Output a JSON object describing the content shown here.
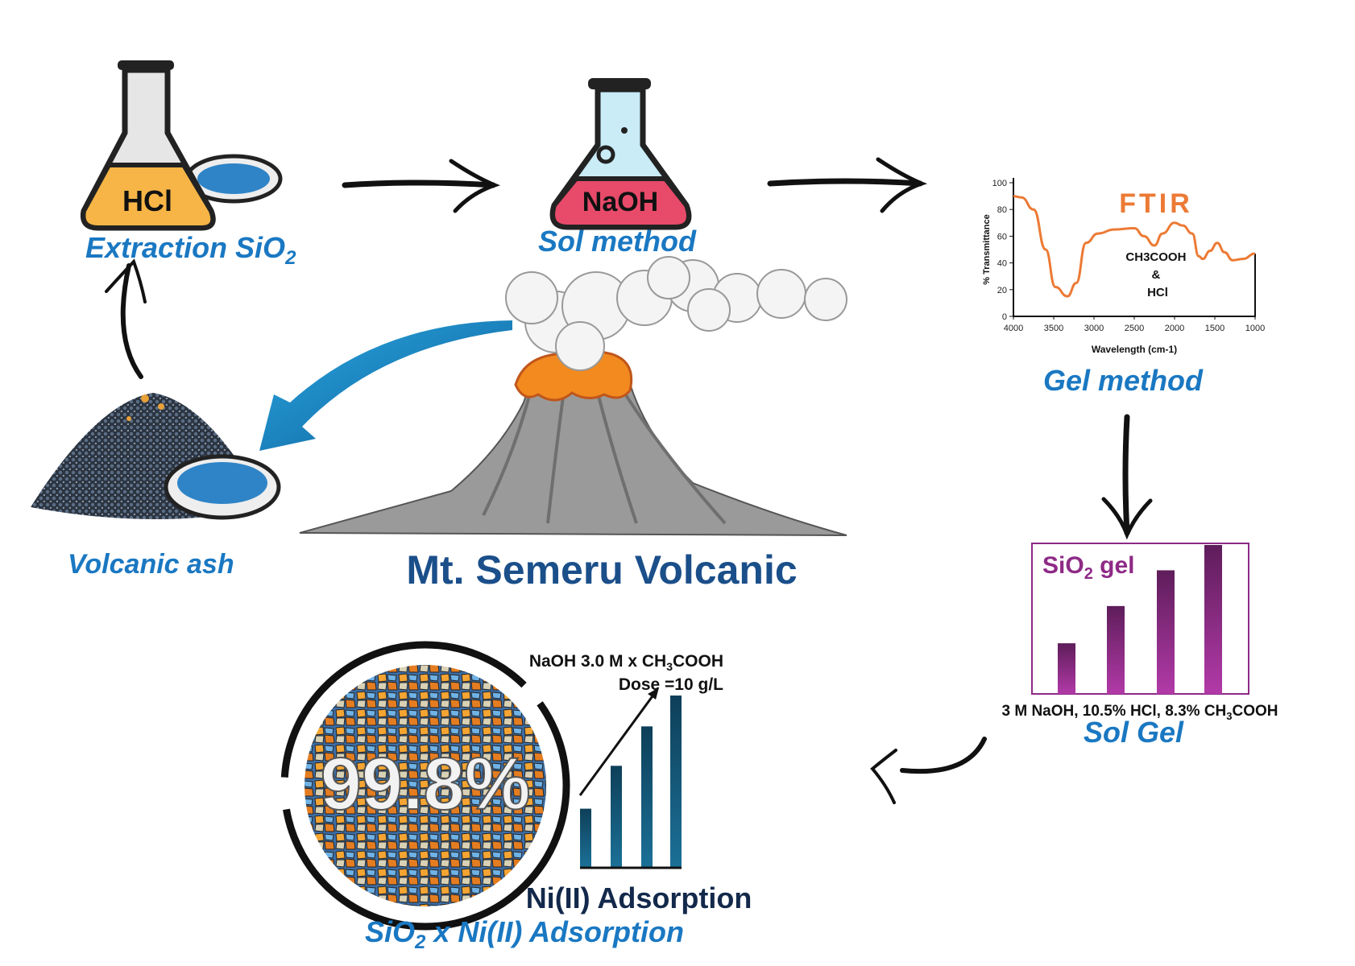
{
  "steps": {
    "extraction": {
      "label": "Extraction SiO",
      "sub": "2",
      "flask_text": "HCl"
    },
    "sol": {
      "label": "Sol method",
      "flask_text": "NaOH"
    },
    "gel": {
      "label": "Gel method"
    },
    "ash": {
      "label": "Volcanic ash"
    },
    "volcano": {
      "label": "Mt. Semeru Volcanic"
    },
    "solgel": {
      "label": "Sol Gel",
      "conditions_a": "3 M NaOH, 10.5% HCl, 8.3% CH",
      "conditions_sub": "3",
      "conditions_b": "COOH"
    },
    "adsorption": {
      "label_a": "SiO",
      "label_sub": "2",
      "label_b": " x Ni(II) Adsorption",
      "percent": "99.8%"
    }
  },
  "colors": {
    "label_blue": "#1a78c2",
    "ftir_orange": "#ec7a35",
    "gel_purple": "#8e2a86",
    "ni_teal": "#17607f",
    "naoh_red": "#e84a6a",
    "hcl_orange": "#f6b546"
  },
  "chart_data": [
    {
      "type": "line",
      "title": "FTIR",
      "annotation": [
        "CH3COOH",
        "&",
        "HCl"
      ],
      "xlabel": "Wavelength (cm-1)",
      "ylabel": "% Transmittance",
      "xlim": [
        4000,
        1000
      ],
      "ylim": [
        0,
        100
      ],
      "xticks": [
        "4000",
        "3500",
        "3000",
        "2500",
        "2000",
        "1500",
        "1000"
      ],
      "yticks": [
        "0",
        "20",
        "40",
        "60",
        "80",
        "100"
      ],
      "x": [
        4000,
        3900,
        3750,
        3600,
        3480,
        3330,
        3220,
        3100,
        2950,
        2750,
        2500,
        2380,
        2250,
        2150,
        2000,
        1900,
        1780,
        1700,
        1650,
        1560,
        1470,
        1380,
        1280,
        1150,
        1000
      ],
      "y": [
        90,
        89,
        80,
        50,
        22,
        15,
        25,
        55,
        62,
        65,
        66,
        60,
        53,
        62,
        70,
        68,
        62,
        45,
        43,
        49,
        55,
        48,
        42,
        43,
        47
      ]
    },
    {
      "type": "bar",
      "title": "SiO",
      "title_sub": "2",
      "title_b": " gel",
      "values": [
        0.34,
        0.59,
        0.83,
        1.0
      ]
    },
    {
      "type": "bar",
      "title": "Ni(II) Adsorption",
      "annotation_a": "NaOH 3.0 M x CH",
      "annotation_sub": "3",
      "annotation_b": "COOH",
      "annotation_2": "Dose =10 g/L",
      "values": [
        0.34,
        0.59,
        0.82,
        1.0
      ]
    }
  ]
}
